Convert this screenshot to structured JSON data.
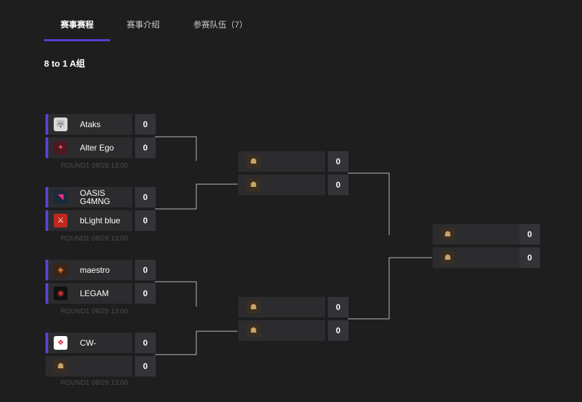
{
  "tabs": [
    {
      "label": "赛事赛程",
      "active": true
    },
    {
      "label": "赛事介绍",
      "active": false
    },
    {
      "label": "参赛队伍（7）",
      "active": false
    }
  ],
  "section_title": "8 to 1 A组",
  "colors": {
    "accent": "#5b3fd6",
    "background": "#1e1e1f",
    "cell": "#2c2c2e",
    "score_cell": "#333338"
  },
  "round1": [
    {
      "teams": [
        {
          "name": "Ataks",
          "score": "0",
          "logo": "wolf-icon"
        },
        {
          "name": "Alter Ego",
          "score": "0",
          "logo": "alter-ego-icon"
        }
      ],
      "round_label": "ROUND1 08/28 13:00"
    },
    {
      "teams": [
        {
          "name": "OASIS G4MNG",
          "score": "0",
          "logo": "oasis-icon"
        },
        {
          "name": "bLight blue",
          "score": "0",
          "logo": "dota-icon"
        }
      ],
      "round_label": "ROUND1 08/28 13:00"
    },
    {
      "teams": [
        {
          "name": "maestro",
          "score": "0",
          "logo": "maestro-icon"
        },
        {
          "name": "LEGAM",
          "score": "0",
          "logo": "legam-icon"
        }
      ],
      "round_label": "ROUND1 08/29 13:00"
    },
    {
      "teams": [
        {
          "name": "CW-",
          "score": "0",
          "logo": "cw-icon"
        },
        {
          "name": "",
          "score": "0",
          "logo": "placeholder-icon"
        }
      ],
      "round_label": "ROUND1 08/29 13:00"
    }
  ],
  "round2": [
    {
      "teams": [
        {
          "name": "",
          "score": "0"
        },
        {
          "name": "",
          "score": "0"
        }
      ]
    },
    {
      "teams": [
        {
          "name": "",
          "score": "0"
        },
        {
          "name": "",
          "score": "0"
        }
      ]
    }
  ],
  "round3": [
    {
      "teams": [
        {
          "name": "",
          "score": "0"
        },
        {
          "name": "",
          "score": "0"
        }
      ]
    }
  ]
}
